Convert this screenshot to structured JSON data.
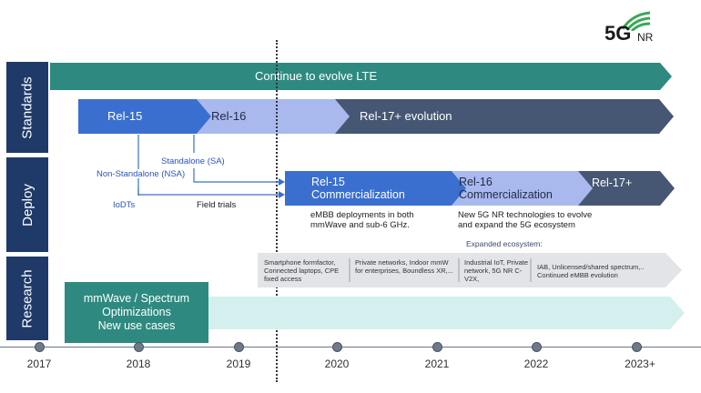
{
  "logo": {
    "main": "5G",
    "sub": "NR"
  },
  "rows": {
    "standards": "Standards",
    "deploy": "Deploy",
    "research": "Research"
  },
  "standards": {
    "lte": "Continue to evolve LTE",
    "rel15": "Rel-15",
    "rel16": "Rel-16",
    "rel17": "Rel-17+ evolution"
  },
  "deploy": {
    "sa": "Standalone (SA)",
    "nsa": "Non-Standalone (NSA)",
    "iodts": "IoDTs",
    "field_trials": "Field trials",
    "rel15_title": "Rel-15",
    "rel15_sub": "Commercialization",
    "rel16_title": "Rel-16",
    "rel16_sub": "Commercialization",
    "rel17": "Rel-17+",
    "rel15_desc": "eMBB deployments in both mmWave and sub-6 GHz.",
    "rel16_desc": "New 5G NR technologies to evolve and expand the 5G ecosystem"
  },
  "research": {
    "expanded": "Expanded ecosystem:",
    "box1": "Smartphone formfactor, Connected laptops, CPE fixed access",
    "box2": "Private networks, Indoor mmW for enterprises, Boundless XR,...",
    "box3": "Industrial IoT, Private network, 5G NR C-V2X,",
    "box4": "IAB, Unlicensed/shared spectrum,.. Continued eMBB evolution",
    "mmwave_1": "mmWave / Spectrum",
    "mmwave_2": "Optimizations",
    "mmwave_3": "New use cases"
  },
  "timeline": {
    "years": [
      "2017",
      "2018",
      "2019",
      "2020",
      "2021",
      "2022",
      "2023+"
    ]
  },
  "colors": {
    "navy": "#1f3a68",
    "teal": "#2e8a80",
    "blue": "#3a6fd0",
    "light_blue": "#a9b9ee",
    "slate": "#465773",
    "pale_teal": "#d4f0ee"
  }
}
